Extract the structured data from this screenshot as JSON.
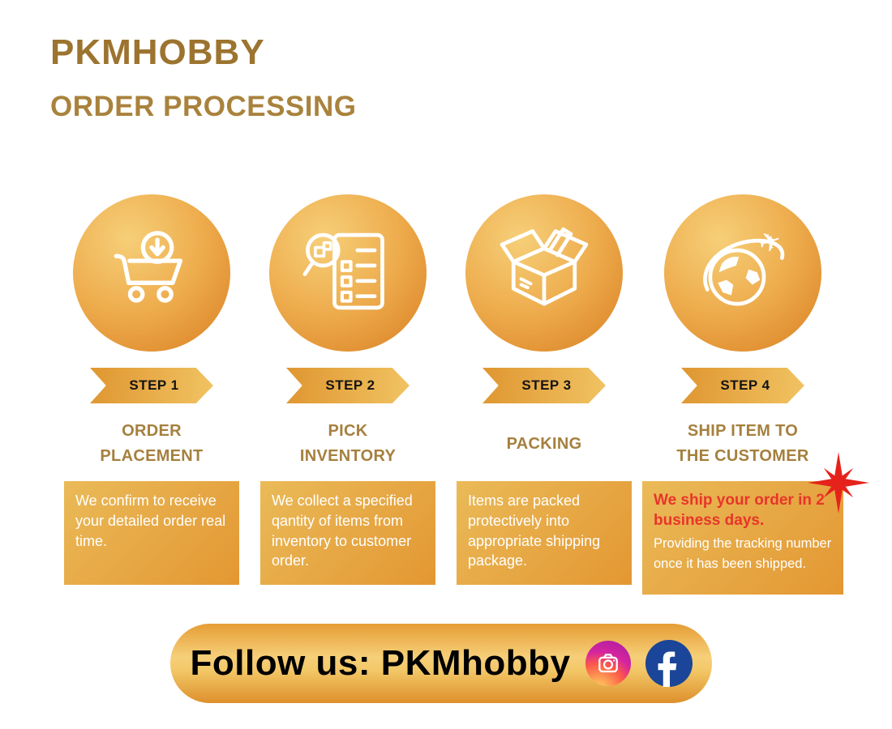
{
  "header": {
    "title": "PKMHOBBY",
    "subtitle": "ORDER PROCESSING"
  },
  "steps": [
    {
      "badge": "STEP 1",
      "title": "ORDER PLACEMENT",
      "description": "We confirm to receive your detailed order real time.",
      "icon": "cart-download-icon"
    },
    {
      "badge": "STEP 2",
      "title": "PICK INVENTORY",
      "description": "We collect a specified qantity of items from inventory to customer order.",
      "icon": "inventory-checklist-icon"
    },
    {
      "badge": "STEP 3",
      "title": "PACKING",
      "description": "Items are packed protectively into appropriate shipping package.",
      "icon": "open-box-icon"
    },
    {
      "badge": "STEP 4",
      "title": "SHIP ITEM TO THE CUSTOMER",
      "description_bold": "We ship your order in 2 business days.",
      "description": "Providing the tracking number once it has been shipped.",
      "icon": "globe-plane-icon"
    }
  ],
  "footer": {
    "label": "Follow us: PKMhobby",
    "social": [
      "instagram-icon",
      "facebook-icon"
    ]
  },
  "colors": {
    "brand_brown": "#9c742f",
    "title_gold": "#a5803e",
    "gradient_light": "#f6cf78",
    "gradient_dark": "#df8c2e",
    "highlight_red": "#e8352b",
    "facebook_blue": "#1a4598",
    "text_white": "#ffffff",
    "badge_text": "#141414"
  }
}
